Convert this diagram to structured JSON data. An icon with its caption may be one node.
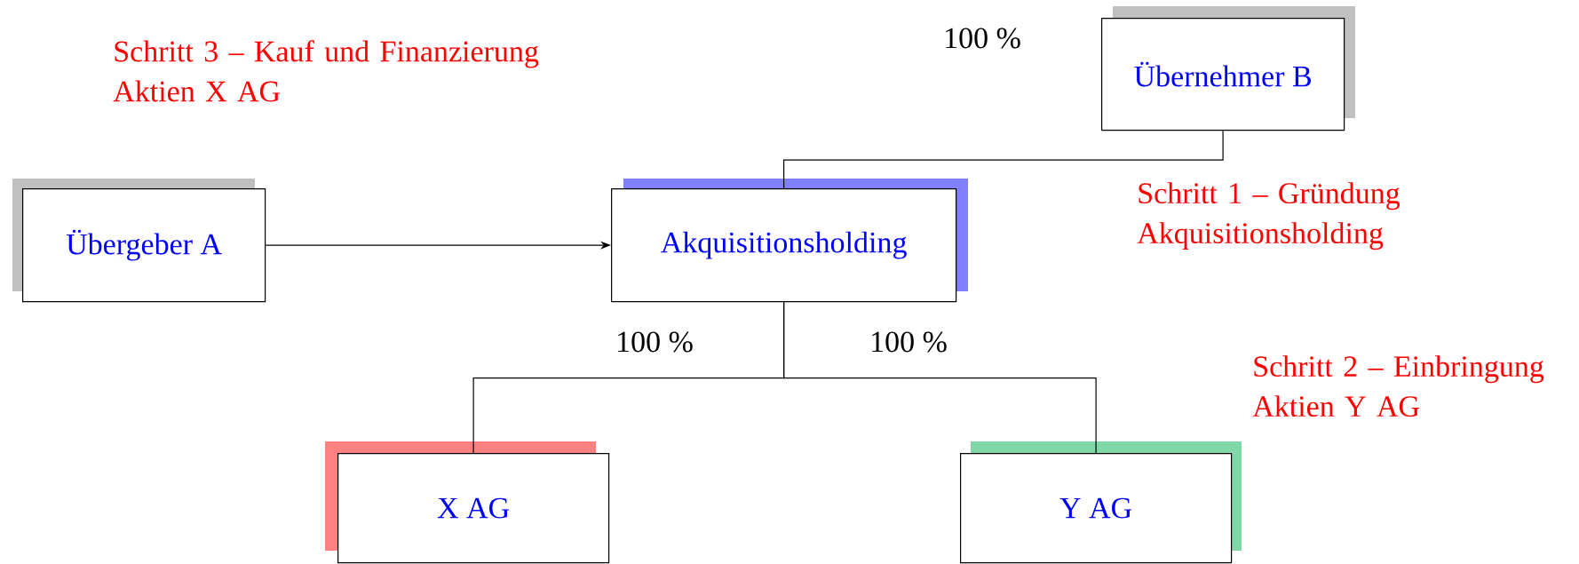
{
  "diagram": {
    "nodes": [
      {
        "text": [
          "Übernehmer B"
        ]
      },
      {
        "text": [
          "Übergeber A"
        ]
      },
      {
        "text": [
          "Akquisitionsholding"
        ]
      },
      {
        "text": [
          "X AG"
        ]
      },
      {
        "text": [
          "Y AG"
        ]
      }
    ],
    "edges": [
      {
        "from": 0,
        "to": 2,
        "arrow": "none",
        "label": "100 %"
      },
      {
        "from": 1,
        "to": 2,
        "arrow": "to"
      },
      {
        "from": 2,
        "to": 3,
        "arrow": "none",
        "label": "100 %"
      },
      {
        "from": 2,
        "to": 4,
        "arrow": "none",
        "label": "100 %"
      }
    ],
    "labels": [
      "Schritt 3 – Kauf und Finanzierung Aktien X AG",
      "Schritt 1 – Gründung Akquisitionsholding",
      "Schritt 2 – Einbringung Aktien Y AG"
    ]
  }
}
